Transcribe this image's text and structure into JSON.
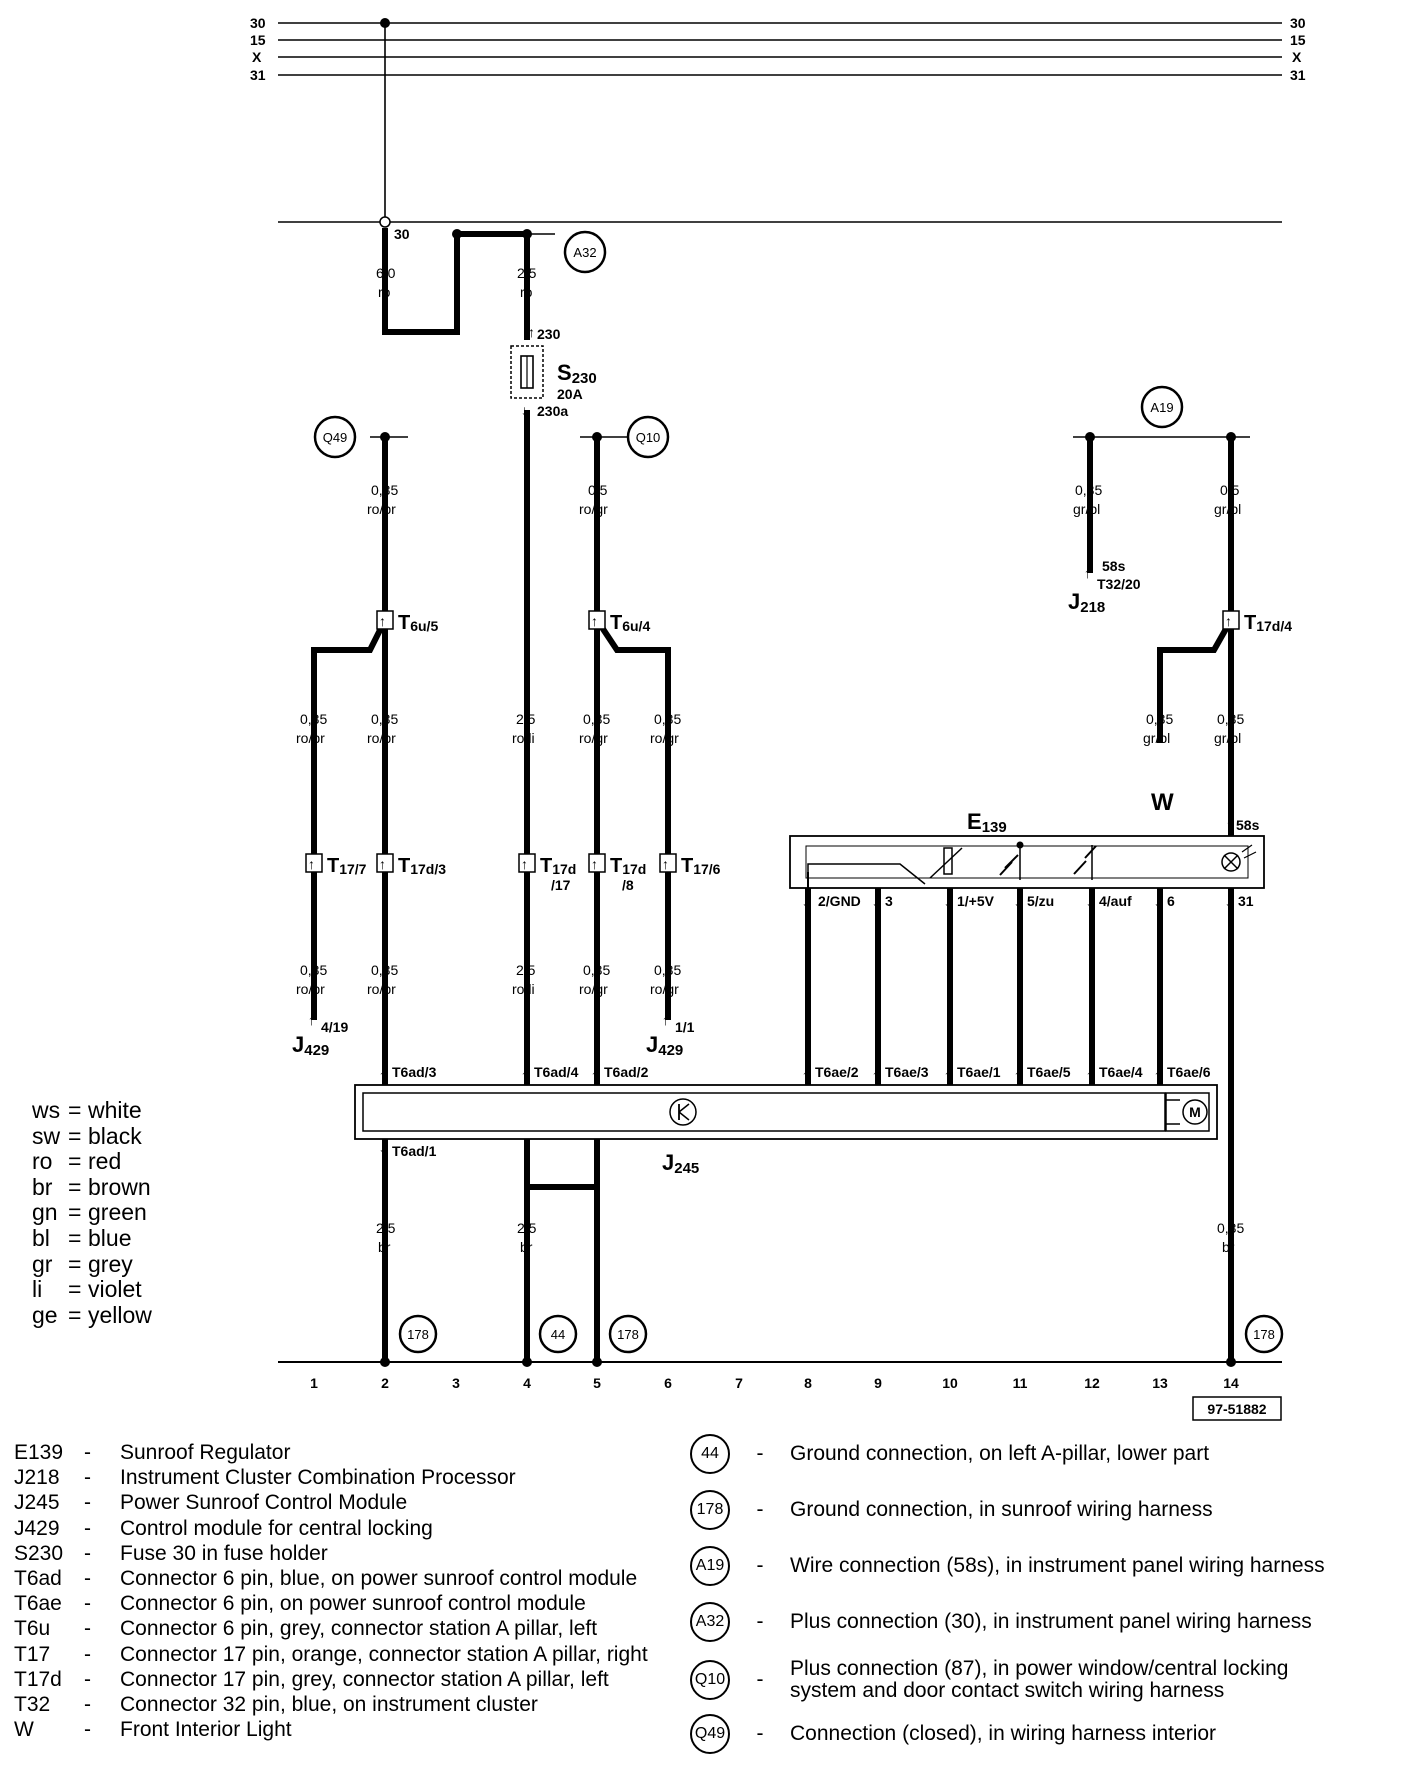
{
  "bus": {
    "left": [
      "30",
      "15",
      "X",
      "31"
    ],
    "right": [
      "30",
      "15",
      "X",
      "31"
    ]
  },
  "top_node_30": "30",
  "wires": {
    "w6_0": {
      "size": "6,0",
      "color": "ro"
    },
    "w2_5_top": {
      "size": "2,5",
      "color": "ro"
    },
    "q49_a": {
      "size": "0,35",
      "color": "ro/br"
    },
    "q10_a": {
      "size": "0,5",
      "color": "ro/gr"
    },
    "a19_left": {
      "size": "0,35",
      "color": "gr/bl"
    },
    "a19_right": {
      "size": "0,5",
      "color": "gr/bl"
    },
    "c1_mid": {
      "size": "0,35",
      "color": "ro/br"
    },
    "c2_mid": {
      "size": "0,35",
      "color": "ro/br"
    },
    "c4_mid": {
      "size": "2,5",
      "color": "ro/li"
    },
    "c5_mid": {
      "size": "0,35",
      "color": "ro/gr"
    },
    "c6_mid": {
      "size": "0,35",
      "color": "ro/gr"
    },
    "c13_mid": {
      "size": "0,35",
      "color": "gr/bl"
    },
    "c14_mid": {
      "size": "0,35",
      "color": "gr/bl"
    },
    "c1_low": {
      "size": "0,35",
      "color": "ro/br"
    },
    "c2_low": {
      "size": "0,35",
      "color": "ro/br"
    },
    "c4_low": {
      "size": "2,5",
      "color": "ro/li"
    },
    "c5_low": {
      "size": "0,35",
      "color": "ro/gr"
    },
    "c6_low": {
      "size": "0,35",
      "color": "ro/gr"
    },
    "g2": {
      "size": "2,5",
      "color": "br"
    },
    "g4": {
      "size": "2,5",
      "color": "br"
    },
    "g14": {
      "size": "0,35",
      "color": "br"
    }
  },
  "fuse": {
    "name": "S",
    "sub": "230",
    "rating": "20A",
    "pin_in": "230",
    "pin_out": "230a"
  },
  "connection_circles": [
    "A32",
    "Q49",
    "Q10",
    "A19",
    "178",
    "44",
    "178",
    "178"
  ],
  "connectors": {
    "t6u5": {
      "name": "T",
      "sub": "6u/5"
    },
    "t6u4": {
      "name": "T",
      "sub": "6u/4"
    },
    "t17d4": {
      "name": "T",
      "sub": "17d/4"
    },
    "t17_7": {
      "name": "T",
      "sub": "17/7"
    },
    "t17d3": {
      "name": "T",
      "sub": "17d/3"
    },
    "t17d17": {
      "name": "T",
      "sub": "17d",
      "sub2": "/17"
    },
    "t17d8": {
      "name": "T",
      "sub": "17d",
      "sub2": "/8"
    },
    "t17_6": {
      "name": "T",
      "sub": "17/6"
    }
  },
  "j218": {
    "name": "J",
    "sub": "218",
    "pin": "58s",
    "conn": "T32/20"
  },
  "w_label": "W",
  "e139": {
    "name": "E",
    "sub": "139",
    "top_pin": "58s",
    "pins": [
      "2/GND",
      "3",
      "1/+5V",
      "5/zu",
      "4/auf",
      "6",
      "31"
    ]
  },
  "j429_left": {
    "name": "J",
    "sub": "429",
    "pin": "4/19"
  },
  "j429_right": {
    "name": "J",
    "sub": "429",
    "pin": "1/1"
  },
  "j245": {
    "name": "J",
    "sub": "245",
    "top_pins": [
      "T6ad/3",
      "T6ad/4",
      "T6ad/2",
      "T6ae/2",
      "T6ae/3",
      "T6ae/1",
      "T6ae/5",
      "T6ae/4",
      "T6ae/6"
    ],
    "bottom_pin": "T6ad/1",
    "motor": "M"
  },
  "columns": [
    "1",
    "2",
    "3",
    "4",
    "5",
    "6",
    "7",
    "8",
    "9",
    "10",
    "11",
    "12",
    "13",
    "14"
  ],
  "ref_code": "97-51882",
  "color_key": [
    {
      "abbr": "ws",
      "name": "white"
    },
    {
      "abbr": "sw",
      "name": "black"
    },
    {
      "abbr": "ro",
      "name": "red"
    },
    {
      "abbr": "br",
      "name": "brown"
    },
    {
      "abbr": "gn",
      "name": "green"
    },
    {
      "abbr": "bl",
      "name": "blue"
    },
    {
      "abbr": "gr",
      "name": "grey"
    },
    {
      "abbr": "li",
      "name": "violet"
    },
    {
      "abbr": "ge",
      "name": "yellow"
    }
  ],
  "legend_components": [
    {
      "code": "E139",
      "desc": "Sunroof Regulator"
    },
    {
      "code": "J218",
      "desc": "Instrument Cluster Combination Processor"
    },
    {
      "code": "J245",
      "desc": "Power Sunroof Control Module"
    },
    {
      "code": "J429",
      "desc": "Control module for central locking"
    },
    {
      "code": "S230",
      "desc": "Fuse 30 in fuse holder"
    },
    {
      "code": "T6ad",
      "desc": "Connector 6 pin, blue, on power sunroof control module"
    },
    {
      "code": "T6ae",
      "desc": "Connector 6 pin, on power sunroof control module"
    },
    {
      "code": "T6u",
      "desc": "Connector 6 pin, grey, connector station A pillar, left"
    },
    {
      "code": "T17",
      "desc": "Connector 17 pin, orange, connector station A pillar, right"
    },
    {
      "code": "T17d",
      "desc": "Connector 17 pin, grey, connector station A pillar, left"
    },
    {
      "code": "T32",
      "desc": "Connector 32 pin, blue, on  instrument cluster"
    },
    {
      "code": "W",
      "desc": "Front Interior Light"
    }
  ],
  "legend_connections": [
    {
      "code": "44",
      "desc": "Ground connection, on left A-pillar, lower part"
    },
    {
      "code": "178",
      "desc": "Ground connection, in sunroof wiring harness"
    },
    {
      "code": "A19",
      "desc": "Wire connection (58s), in instrument panel wiring harness"
    },
    {
      "code": "A32",
      "desc": "Plus connection (30), in instrument panel wiring harness"
    },
    {
      "code": "Q10",
      "desc": "Plus connection (87), in power window/central locking",
      "desc2": "system and door contact switch wiring harness"
    },
    {
      "code": "Q49",
      "desc": "Connection (closed), in wiring harness interior"
    }
  ],
  "dash": "-",
  "eq": "="
}
